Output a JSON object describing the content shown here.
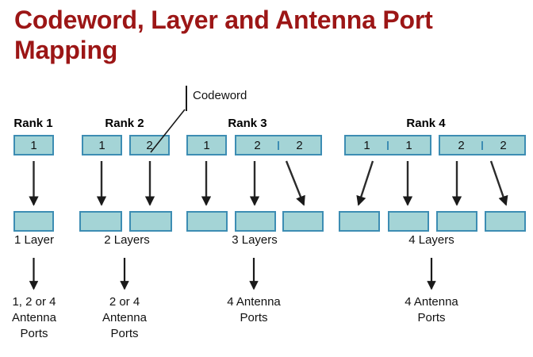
{
  "title": "Codeword, Layer and Antenna Port Mapping",
  "colors": {
    "title": "#9c1616",
    "box_fill": "#a4d4d6",
    "box_border": "#3d8db3",
    "arrow": "#1a1a1a",
    "text": "#111111",
    "background": "#ffffff"
  },
  "callout": {
    "label": "Codeword"
  },
  "diagram": {
    "type": "mapping-diagram",
    "columns": [
      {
        "rank_label": "Rank 1",
        "codeword_boxes": [
          {
            "cells": [
              "1"
            ]
          }
        ],
        "layer_count": 1,
        "layer_caption": "1 Layer",
        "port_caption_lines": [
          "1, 2 or 4",
          "Antenna",
          "Ports"
        ]
      },
      {
        "rank_label": "Rank 2",
        "codeword_boxes": [
          {
            "cells": [
              "1"
            ]
          },
          {
            "cells": [
              "2"
            ]
          }
        ],
        "layer_count": 2,
        "layer_caption": "2 Layers",
        "port_caption_lines": [
          "2 or 4",
          "Antenna",
          "Ports"
        ]
      },
      {
        "rank_label": "Rank 3",
        "codeword_boxes": [
          {
            "cells": [
              "1"
            ]
          },
          {
            "cells": [
              "2",
              "2"
            ]
          }
        ],
        "layer_count": 3,
        "layer_caption": "3 Layers",
        "port_caption_lines": [
          "4 Antenna",
          "Ports"
        ]
      },
      {
        "rank_label": "Rank 4",
        "codeword_boxes": [
          {
            "cells": [
              "1",
              "1"
            ]
          },
          {
            "cells": [
              "2",
              "2"
            ]
          }
        ],
        "layer_count": 4,
        "layer_caption": "4 Layers",
        "port_caption_lines": [
          "4 Antenna",
          "Ports"
        ]
      }
    ]
  }
}
